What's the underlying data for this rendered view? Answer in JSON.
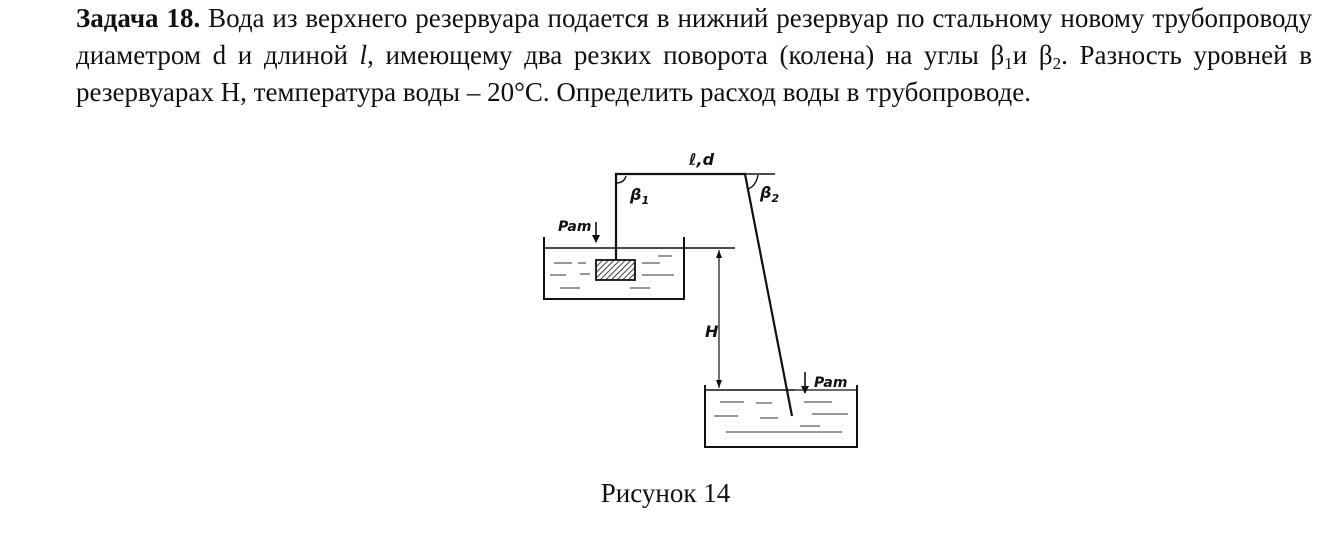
{
  "problem": {
    "title": "Задача 18.",
    "text_1": " Вода из верхнего резервуара подается в нижний резервуар по стальному новому трубопроводу диаметром d и длиной ",
    "length_symbol": "l",
    "text_2": ", имеющему два резких поворота (колена) на углы β",
    "sub_1": "1",
    "text_3": "и β",
    "sub_2": "2",
    "text_4": ". Разность уровней в резервуарах H, температура воды – 20°C. Определить расход воды в трубопроводе."
  },
  "figure": {
    "pipe_label": "ℓ,d",
    "angle_1_label": "β",
    "angle_1_sub": "1",
    "angle_2_label": "β",
    "angle_2_sub": "2",
    "pressure_label_upper": "Pam",
    "pressure_label_lower": "Pam",
    "height_label": "H",
    "caption": "Рисунок 14"
  }
}
